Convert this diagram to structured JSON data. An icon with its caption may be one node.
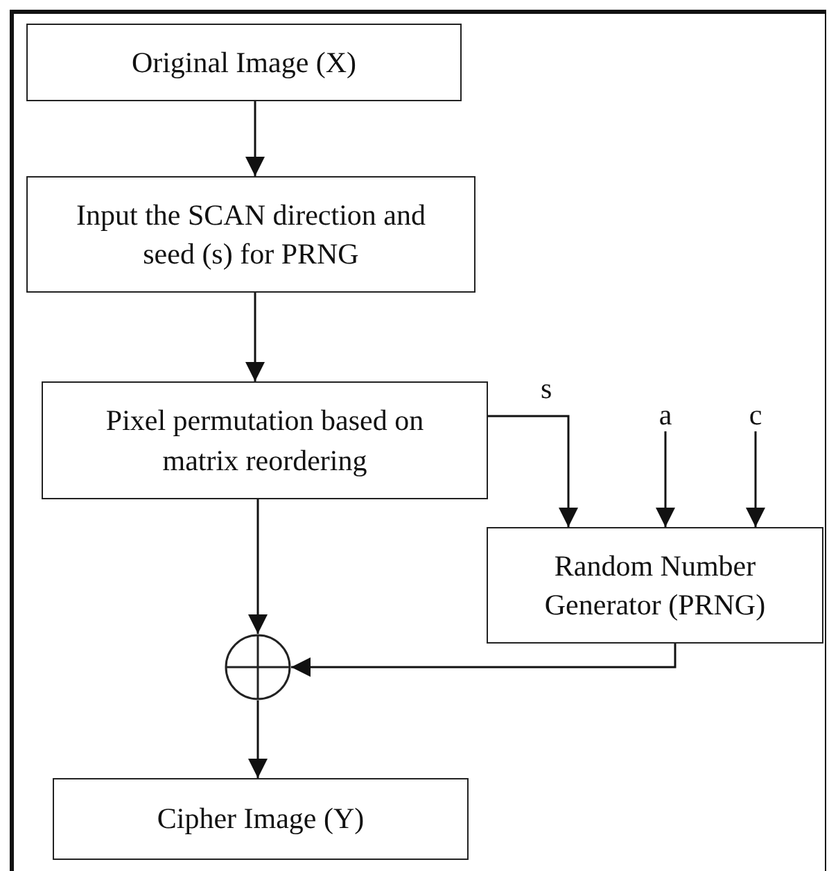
{
  "diagram": {
    "nodes": [
      {
        "text": [
          "Original Image (X)"
        ]
      },
      {
        "text": [
          "Input the SCAN direction and seed (s) for PRNG"
        ]
      },
      {
        "text": [
          "Pixel permutation based on matrix reordering"
        ]
      },
      {
        "text": [
          "a"
        ]
      },
      {
        "text": [
          "c"
        ]
      },
      {
        "text": [
          "Random Number Generator (PRNG)"
        ]
      },
      {
        "text": [],
        "shape": "circle"
      },
      {
        "text": [
          "Cipher Image (Y)"
        ]
      }
    ],
    "edges": [
      {
        "from": 0,
        "to": 1,
        "arrow": "to"
      },
      {
        "from": 1,
        "to": 2,
        "arrow": "to"
      },
      {
        "from": 2,
        "to": 5,
        "arrow": "to",
        "label": "s"
      },
      {
        "from": 3,
        "to": 5,
        "arrow": "to"
      },
      {
        "from": 4,
        "to": 5,
        "arrow": "to"
      },
      {
        "from": 2,
        "to": 6,
        "arrow": "to"
      },
      {
        "from": 5,
        "to": 6,
        "arrow": "to"
      },
      {
        "from": 6,
        "to": 7,
        "arrow": "to"
      }
    ]
  }
}
